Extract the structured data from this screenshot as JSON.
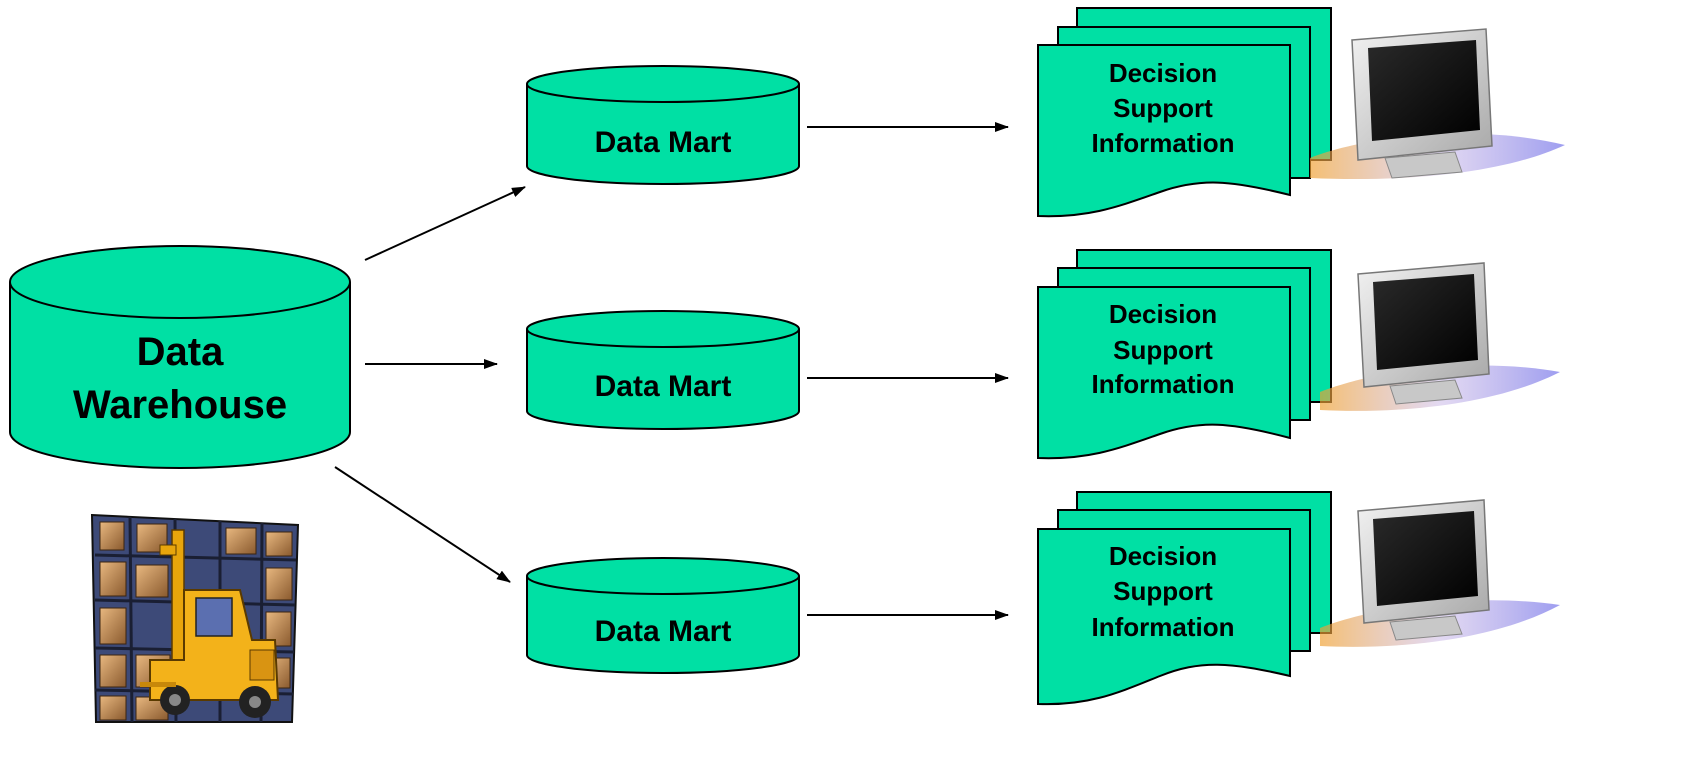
{
  "diagram": {
    "warehouse": {
      "line1": "Data",
      "line2": "Warehouse"
    },
    "marts": [
      {
        "label": "Data Mart"
      },
      {
        "label": "Data Mart"
      },
      {
        "label": "Data Mart"
      }
    ],
    "reports": [
      {
        "line1": "Decision",
        "line2": "Support",
        "line3": "Information"
      },
      {
        "line1": "Decision",
        "line2": "Support",
        "line3": "Information"
      },
      {
        "line1": "Decision",
        "line2": "Support",
        "line3": "Information"
      }
    ]
  },
  "colors": {
    "shape_fill": "#00e0a4",
    "stroke": "#000000",
    "background": "#ffffff"
  }
}
